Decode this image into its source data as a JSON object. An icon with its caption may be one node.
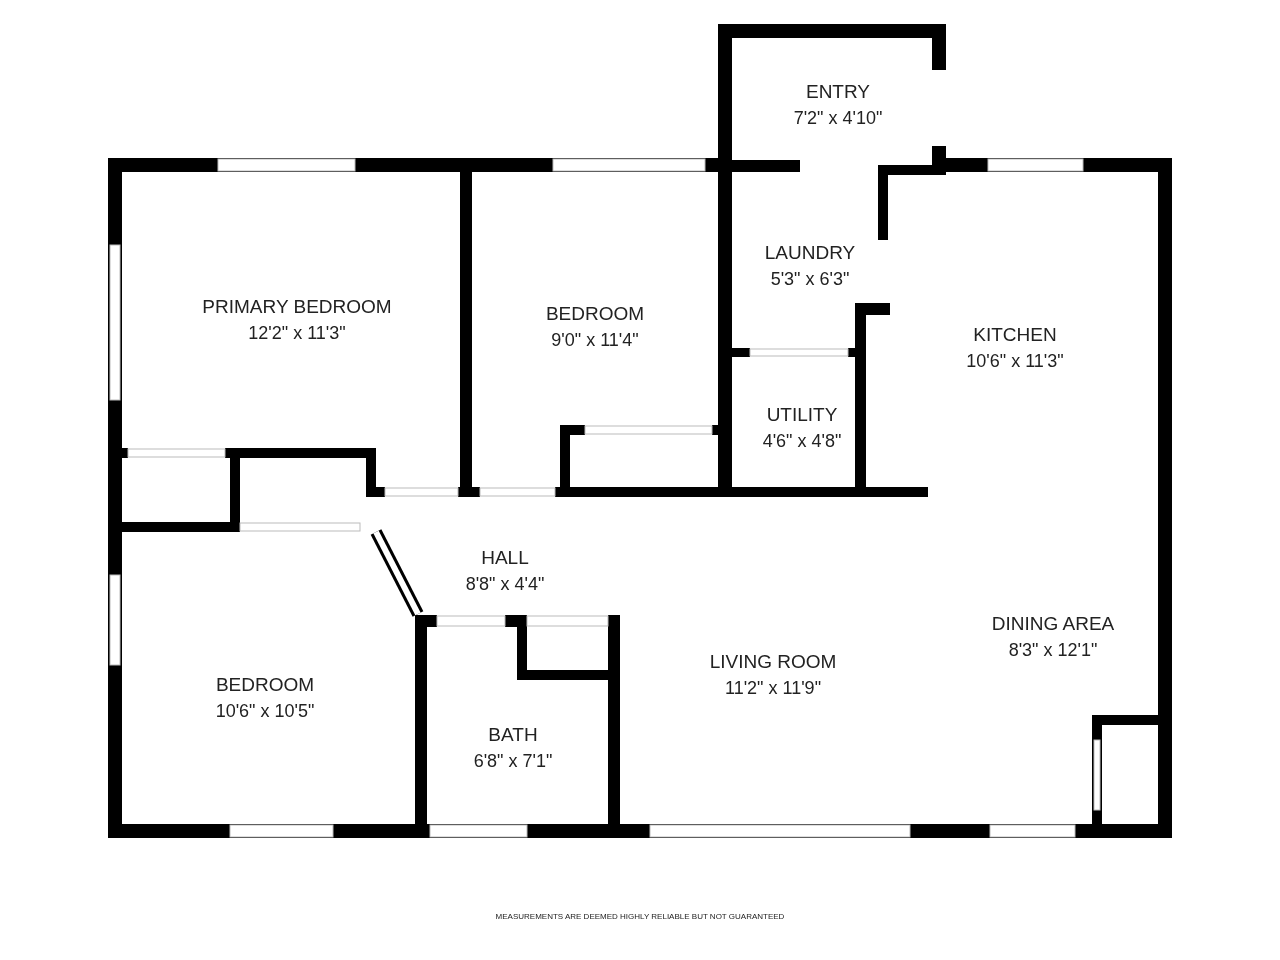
{
  "diagram": {
    "nodes": [
      {
        "text": [
          "ENTRY",
          "7'2\" x 4'10\""
        ]
      },
      {
        "text": [
          "LAUNDRY",
          "5'3\" x 6'3\""
        ]
      },
      {
        "text": [
          "PRIMARY BEDROOM",
          "12'2\" x 11'3\""
        ]
      },
      {
        "text": [
          "BEDROOM",
          "9'0\" x 11'4\""
        ]
      },
      {
        "text": [
          "KITCHEN",
          "10'6\" x 11'3\""
        ]
      },
      {
        "text": [
          "UTILITY",
          "4'6\" x 4'8\""
        ]
      },
      {
        "text": [
          "HALL",
          "8'8\" x 4'4\""
        ]
      },
      {
        "text": [
          "DINING AREA",
          "8'3\" x 12'1\""
        ]
      },
      {
        "text": [
          "LIVING ROOM",
          "11'2\" x 11'9\""
        ]
      },
      {
        "text": [
          "BEDROOM",
          "10'6\" x 10'5\""
        ]
      },
      {
        "text": [
          "BATH",
          "6'8\" x 7'1\""
        ]
      }
    ],
    "labels": [
      "MEASUREMENTS ARE DEEMED HIGHLY RELIABLE BUT NOT GUARANTEED"
    ]
  }
}
